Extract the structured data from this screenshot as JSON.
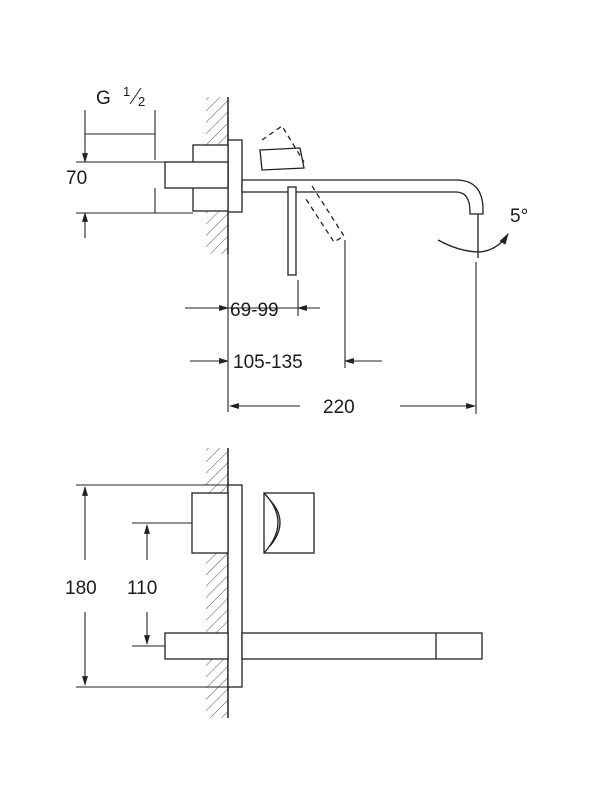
{
  "side_view": {
    "thread_label": "G",
    "thread_fraction_num": "1",
    "thread_fraction_den": "2",
    "dim_70": "70",
    "dim_69_99": "69-99",
    "dim_105_135": "105-135",
    "dim_220": "220",
    "angle": "5°"
  },
  "front_view": {
    "dim_180": "180",
    "dim_110": "110"
  }
}
